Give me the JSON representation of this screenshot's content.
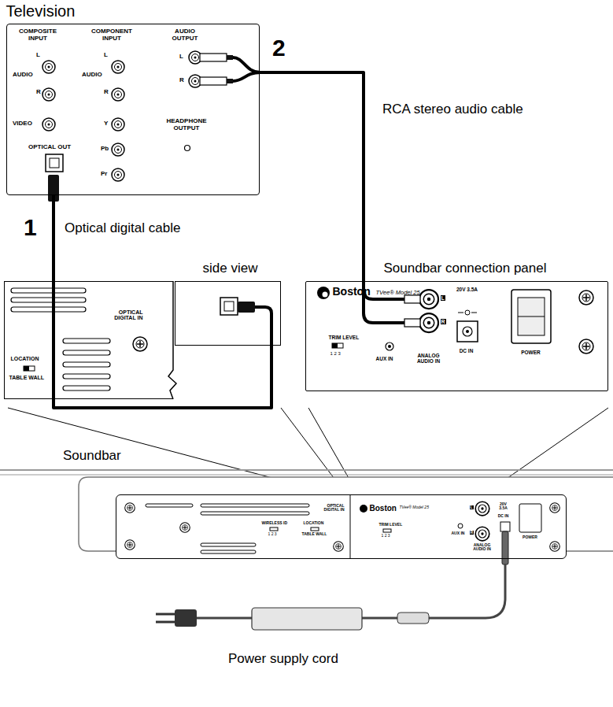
{
  "diagram": {
    "nodes": [
      {
        "text": [
          "Television"
        ]
      },
      {
        "text": [
          "OPTICAL DIGITAL IN",
          "LOCATION",
          "TABLE WALL"
        ]
      },
      {
        "text": [
          "side view"
        ]
      },
      {
        "text": [
          "Soundbar connection panel",
          "Boston",
          "TVee® Model 25",
          "TRIM LEVEL",
          "1 2 3",
          "L",
          "R",
          "AUX IN",
          "ANALOG AUDIO IN",
          "20V 3.5A",
          "DC IN",
          "POWER"
        ]
      },
      {
        "text": [
          "Soundbar"
        ]
      },
      {
        "text": [
          "OPTICAL DIGITAL IN",
          "WIRELESS ID",
          "1 2 3",
          "LOCATION",
          "TABLE WALL",
          "Boston",
          "TVee® Model 25",
          "TRIM LEVEL",
          "1 2 3",
          "AUX IN",
          "L",
          "R",
          "ANALOG AUDIO IN",
          "20V 3.5A",
          "DC IN",
          "POWER"
        ],
        "in": 4
      }
    ],
    "edges": [
      {
        "from": 0,
        "to": 2,
        "label": "Optical digital cable",
        "arrow": "none"
      },
      {
        "from": 0,
        "to": 3,
        "label": "RCA stereo audio cable",
        "arrow": "none"
      }
    ],
    "labels": [
      "COMPOSITE INPUT",
      "L",
      "AUDIO",
      "R",
      "VIDEO",
      "OPTICAL OUT",
      "COMPONENT INPUT",
      "L",
      "AUDIO",
      "R",
      "Y",
      "Pb",
      "Pr",
      "AUDIO OUTPUT",
      "L",
      "R",
      "HEADPHONE OUTPUT",
      "2",
      "1",
      "Power supply cord"
    ]
  }
}
